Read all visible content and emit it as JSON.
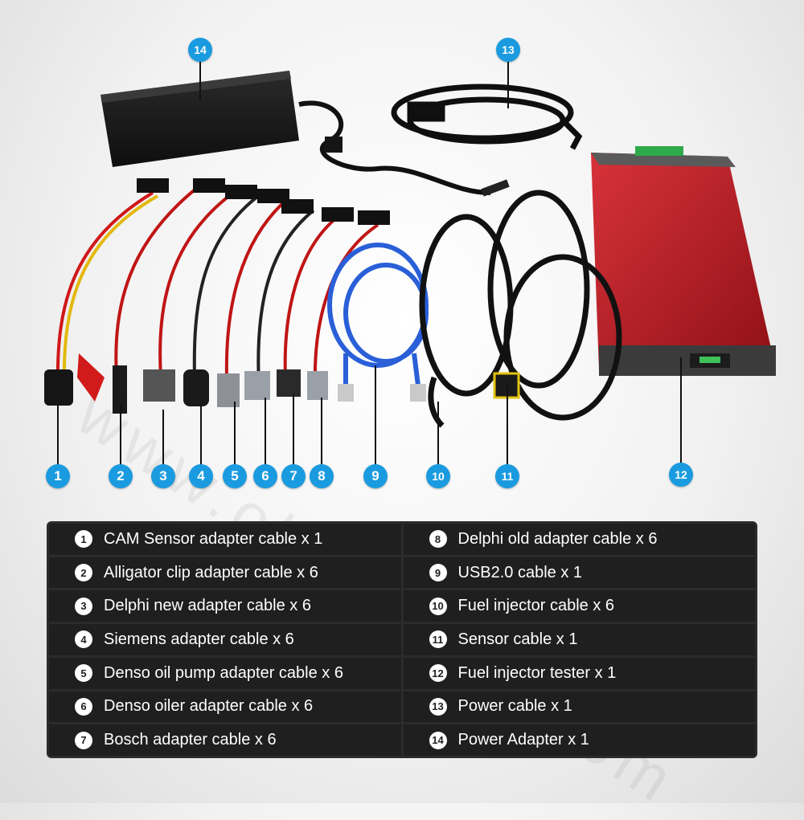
{
  "colors": {
    "callout": "#1a9be0",
    "table_bg": "#1f1f1f",
    "box_red": "#c0202a"
  },
  "watermark": "www.obd2wave.com",
  "callouts": [
    "1",
    "2",
    "3",
    "4",
    "5",
    "6",
    "7",
    "8",
    "9",
    "10",
    "11",
    "12",
    "13",
    "14"
  ],
  "items": [
    {
      "num": "1",
      "label": "CAM Sensor adapter cable x 1"
    },
    {
      "num": "2",
      "label": "Alligator clip adapter cable x 6"
    },
    {
      "num": "3",
      "label": "Delphi new  adapter cable x 6"
    },
    {
      "num": "4",
      "label": "Siemens adapter cable x 6"
    },
    {
      "num": "5",
      "label": "Denso oil pump adapter cable x 6"
    },
    {
      "num": "6",
      "label": "Denso oiler adapter cable x 6"
    },
    {
      "num": "7",
      "label": "Bosch adapter cable x 6"
    },
    {
      "num": "8",
      "label": "Delphi old adapter cable x 6"
    },
    {
      "num": "9",
      "label": "USB2.0 cable x 1"
    },
    {
      "num": "10",
      "label": "Fuel injector cable x 6"
    },
    {
      "num": "11",
      "label": "Sensor cable x 1"
    },
    {
      "num": "12",
      "label": "Fuel injector tester x 1"
    },
    {
      "num": "13",
      "label": "Power cable x 1"
    },
    {
      "num": "14",
      "label": "Power Adapter x 1"
    }
  ]
}
